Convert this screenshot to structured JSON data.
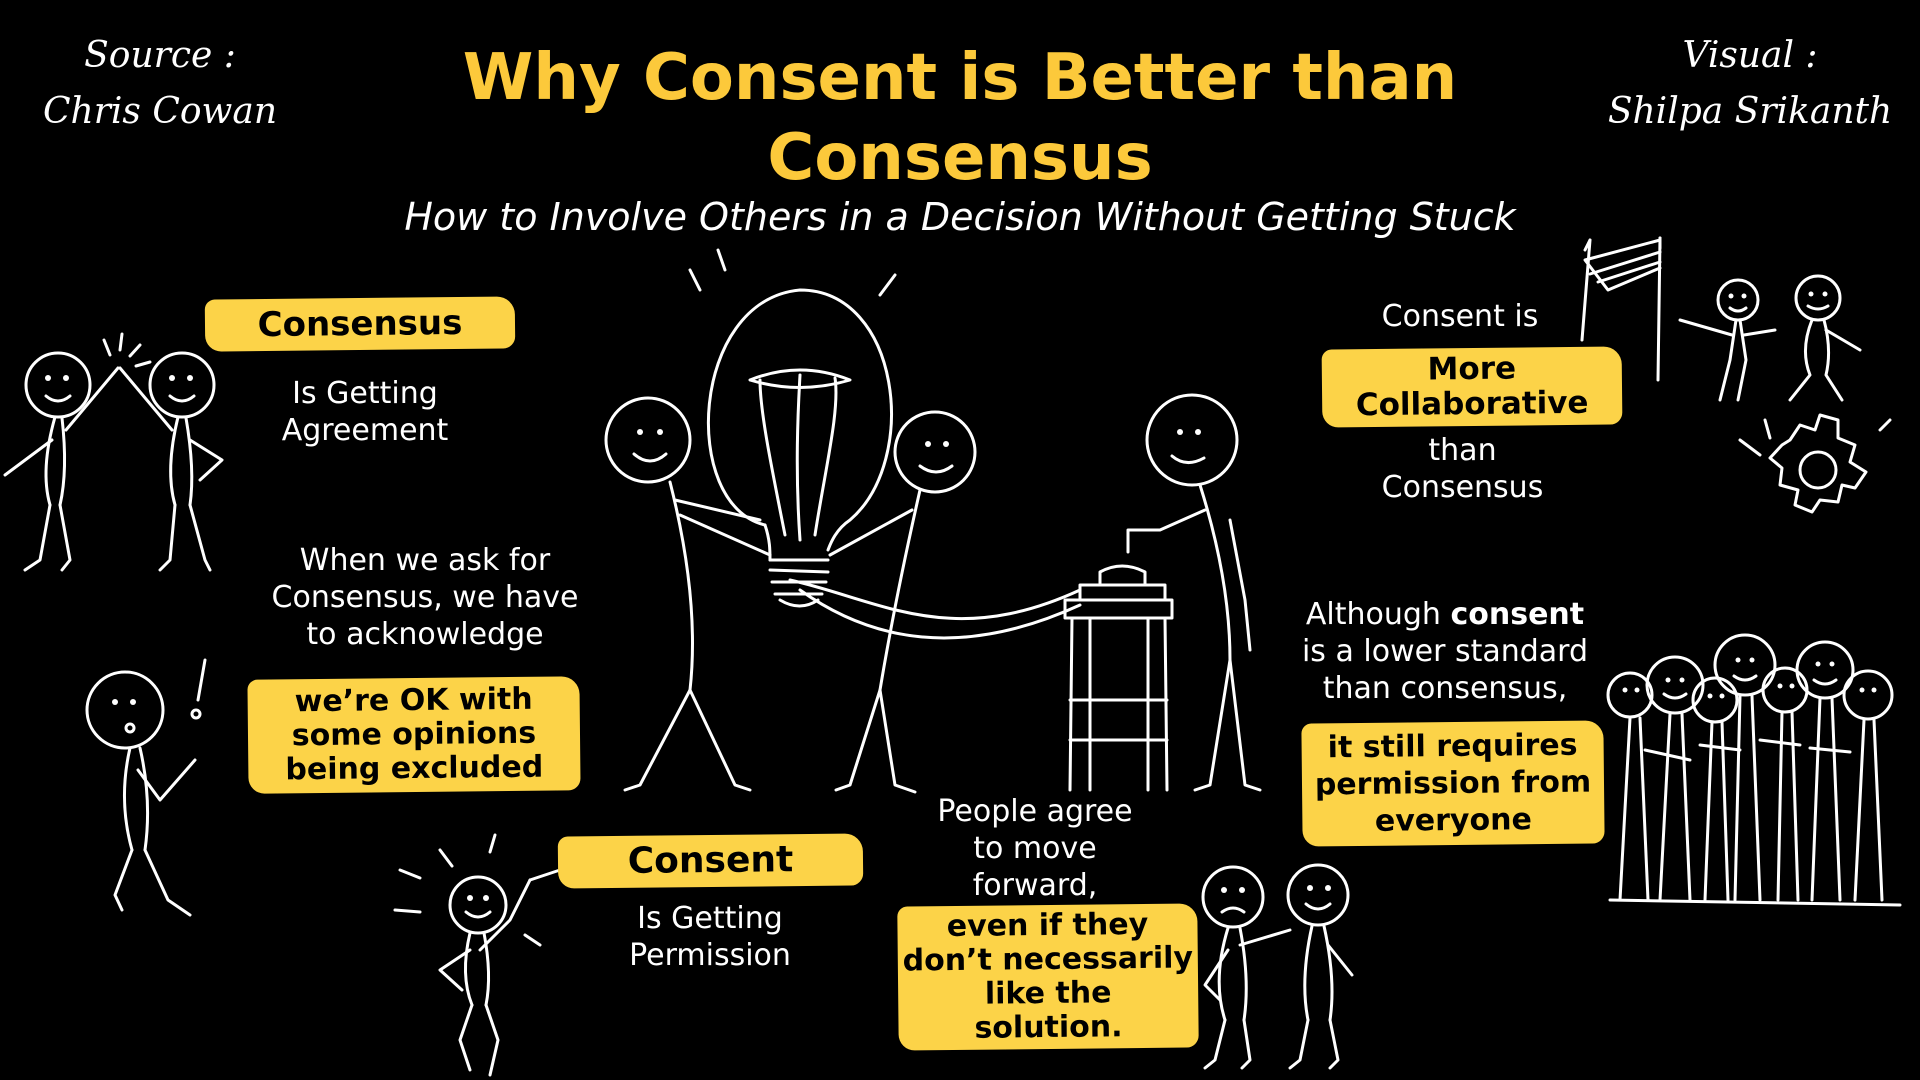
{
  "source": {
    "label": "Source :",
    "name": "Chris Cowan"
  },
  "visual": {
    "label": "Visual :",
    "name": "Shilpa Srikanth"
  },
  "title": "Why Consent is Better than Consensus",
  "subtitle": "How to Involve Others in a Decision Without Getting Stuck",
  "consensus": {
    "tag": "Consensus",
    "line1": "Is Getting",
    "line2": "Agreement"
  },
  "acknowledge": {
    "line1": "When we ask for",
    "line2": "Consensus, we have",
    "line3": "to acknowledge",
    "hl1": "we’re OK with",
    "hl2": "some opinions",
    "hl3": "being excluded"
  },
  "consent": {
    "tag": "Consent",
    "line1": "Is Getting",
    "line2": "Permission"
  },
  "people_agree": {
    "line1": "People agree",
    "line2": "to move",
    "line3": "forward,",
    "hl1": "even if they",
    "hl2": "don’t necessarily",
    "hl3": "like the",
    "hl4": "solution."
  },
  "collaborative": {
    "line1": "Consent is",
    "hl1": "More",
    "hl2": "Collaborative",
    "line2": "than",
    "line3": "Consensus"
  },
  "lower_standard": {
    "line1_pre": "Although ",
    "line1_bold": "consent",
    "line2": "is a lower standard",
    "line3": "than consensus,",
    "hl1": "it still requires",
    "hl2": "permission from",
    "hl3": "everyone"
  },
  "colors": {
    "accent": "#fcc93b",
    "highlight": "#fcd348",
    "background": "#000000",
    "ink": "#ffffff"
  }
}
